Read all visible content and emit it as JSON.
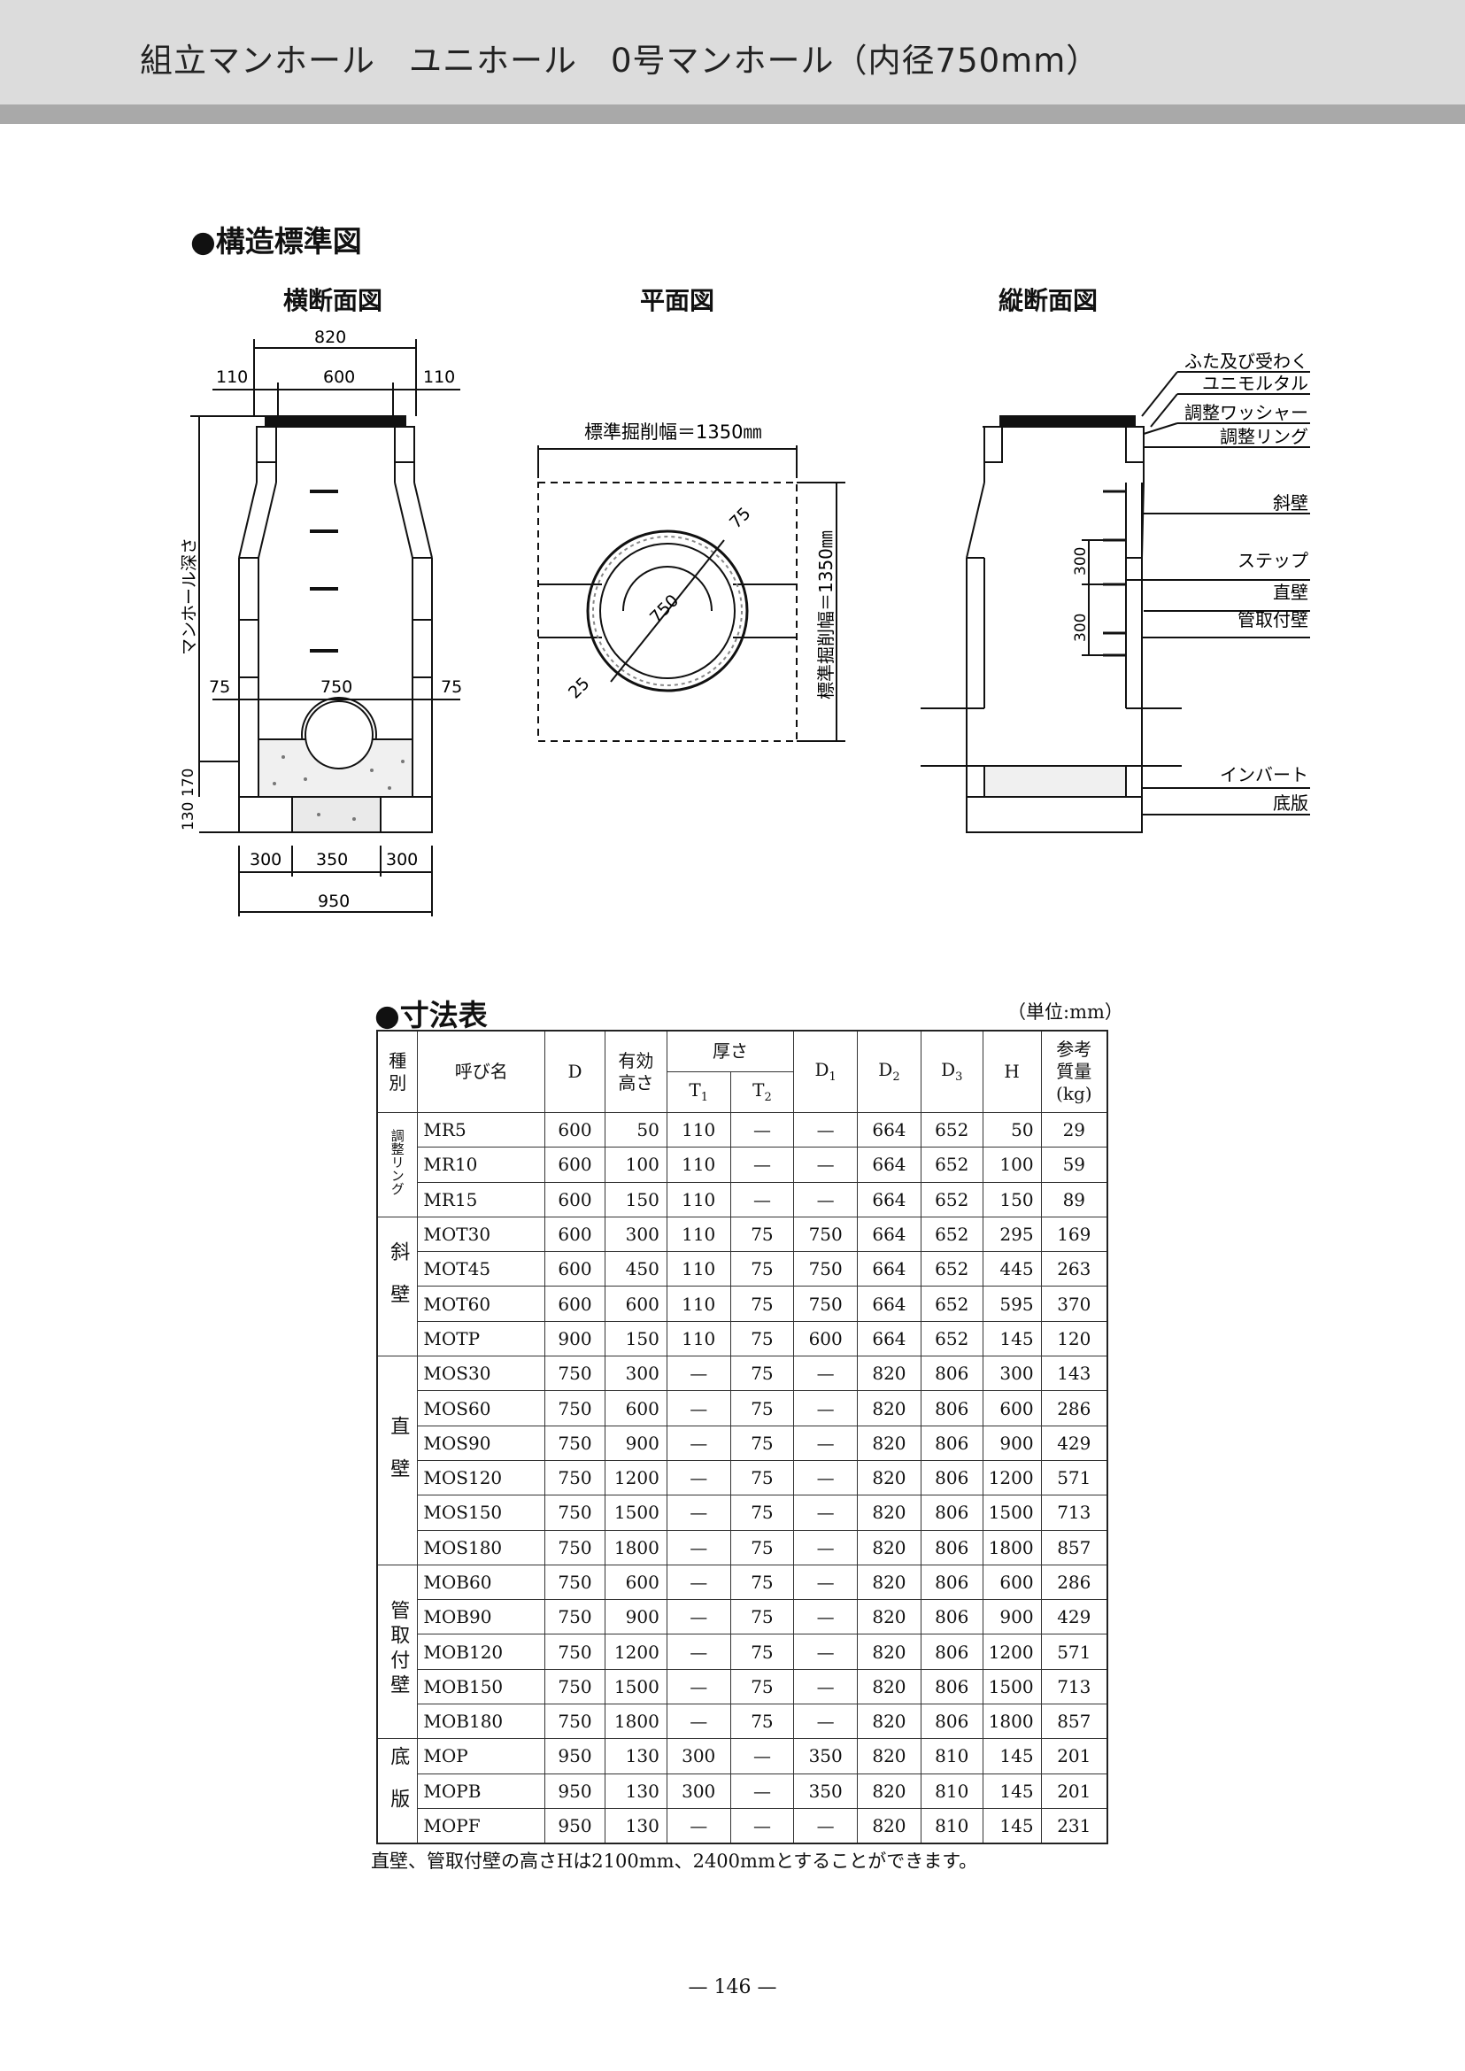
{
  "header": {
    "title": "組立マンホール　ユニホール　0号マンホール（内径750mm）"
  },
  "structure_section": {
    "heading": "●構造標準図",
    "views": {
      "cross_section": "横断面図",
      "plan": "平面図",
      "longitudinal": "縦断面図"
    }
  },
  "cross_section": {
    "dim_820": "820",
    "dim_110_left": "110",
    "dim_600": "600",
    "dim_110_right": "110",
    "depth_label": "マンホール深さ",
    "dim_75_left": "75",
    "dim_750": "750",
    "dim_75_right": "75",
    "dim_170": "170",
    "dim_130": "130",
    "dim_300_left": "300",
    "dim_350": "350",
    "dim_300_right": "300",
    "dim_950": "950"
  },
  "plan": {
    "excavation_width_label": "標準掘削幅＝1350㎜",
    "excavation_width_vertical": "標準掘削幅＝1350㎜",
    "dim_75": "75",
    "dim_750": "750",
    "dim_25": "25"
  },
  "longitudinal": {
    "dim_300_upper": "300",
    "dim_300_lower": "300",
    "callouts": [
      "ふた及び受わく",
      "ユニモルタル",
      "調整ワッシャー",
      "調整リング",
      "斜壁",
      "ステップ",
      "直壁",
      "管取付壁",
      "インバート",
      "底版"
    ]
  },
  "dimension_table": {
    "heading": "●寸法表",
    "unit": "（単位:mm）",
    "headers": {
      "type": "種別",
      "name": "呼び名",
      "D": "D",
      "effective_height": "有効高さ",
      "thickness": "厚さ",
      "T1": "T",
      "T1_sub": "1",
      "T2": "T",
      "T2_sub": "2",
      "D1": "D",
      "D1_sub": "1",
      "D2": "D",
      "D2_sub": "2",
      "D3": "D",
      "D3_sub": "3",
      "H": "H",
      "mass": "参考質量(kg)"
    },
    "groups": [
      {
        "label": "調整リング",
        "rows": [
          [
            "MR5",
            "600",
            "50",
            "110",
            "—",
            "—",
            "664",
            "652",
            "50",
            "29"
          ],
          [
            "MR10",
            "600",
            "100",
            "110",
            "—",
            "—",
            "664",
            "652",
            "100",
            "59"
          ],
          [
            "MR15",
            "600",
            "150",
            "110",
            "—",
            "—",
            "664",
            "652",
            "150",
            "89"
          ]
        ]
      },
      {
        "label": "斜壁",
        "rows": [
          [
            "MOT30",
            "600",
            "300",
            "110",
            "75",
            "750",
            "664",
            "652",
            "295",
            "169"
          ],
          [
            "MOT45",
            "600",
            "450",
            "110",
            "75",
            "750",
            "664",
            "652",
            "445",
            "263"
          ],
          [
            "MOT60",
            "600",
            "600",
            "110",
            "75",
            "750",
            "664",
            "652",
            "595",
            "370"
          ],
          [
            "MOTP",
            "900",
            "150",
            "110",
            "75",
            "600",
            "664",
            "652",
            "145",
            "120"
          ]
        ]
      },
      {
        "label": "直壁",
        "rows": [
          [
            "MOS30",
            "750",
            "300",
            "—",
            "75",
            "—",
            "820",
            "806",
            "300",
            "143"
          ],
          [
            "MOS60",
            "750",
            "600",
            "—",
            "75",
            "—",
            "820",
            "806",
            "600",
            "286"
          ],
          [
            "MOS90",
            "750",
            "900",
            "—",
            "75",
            "—",
            "820",
            "806",
            "900",
            "429"
          ],
          [
            "MOS120",
            "750",
            "1200",
            "—",
            "75",
            "—",
            "820",
            "806",
            "1200",
            "571"
          ],
          [
            "MOS150",
            "750",
            "1500",
            "—",
            "75",
            "—",
            "820",
            "806",
            "1500",
            "713"
          ],
          [
            "MOS180",
            "750",
            "1800",
            "—",
            "75",
            "—",
            "820",
            "806",
            "1800",
            "857"
          ]
        ]
      },
      {
        "label": "管取付壁",
        "rows": [
          [
            "MOB60",
            "750",
            "600",
            "—",
            "75",
            "—",
            "820",
            "806",
            "600",
            "286"
          ],
          [
            "MOB90",
            "750",
            "900",
            "—",
            "75",
            "—",
            "820",
            "806",
            "900",
            "429"
          ],
          [
            "MOB120",
            "750",
            "1200",
            "—",
            "75",
            "—",
            "820",
            "806",
            "1200",
            "571"
          ],
          [
            "MOB150",
            "750",
            "1500",
            "—",
            "75",
            "—",
            "820",
            "806",
            "1500",
            "713"
          ],
          [
            "MOB180",
            "750",
            "1800",
            "—",
            "75",
            "—",
            "820",
            "806",
            "1800",
            "857"
          ]
        ]
      },
      {
        "label": "底版",
        "rows": [
          [
            "MOP",
            "950",
            "130",
            "300",
            "—",
            "350",
            "820",
            "810",
            "145",
            "201"
          ],
          [
            "MOPB",
            "950",
            "130",
            "300",
            "—",
            "350",
            "820",
            "810",
            "145",
            "201"
          ],
          [
            "MOPF",
            "950",
            "130",
            "—",
            "—",
            "—",
            "820",
            "810",
            "145",
            "231"
          ]
        ]
      }
    ],
    "footnote": "直壁、管取付壁の高さHは2100mm、2400mmとすることができます。"
  },
  "page_number": "— 146 —"
}
